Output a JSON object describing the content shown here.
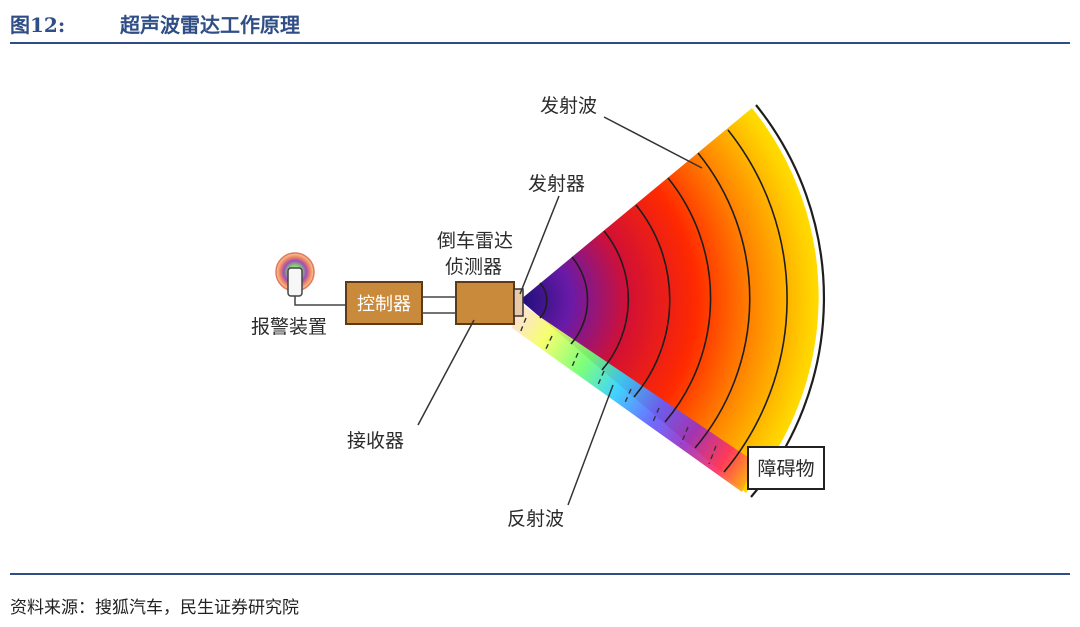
{
  "header": {
    "figure_no": "图12:",
    "title": "超声波雷达工作原理"
  },
  "labels": {
    "alarm": "报警装置",
    "controller": "控制器",
    "detector_line1": "倒车雷达",
    "detector_line2": "侦测器",
    "transmitter": "发射器",
    "emitted_wave": "发射波",
    "receiver": "接收器",
    "reflected_wave": "反射波",
    "obstacle": "障碍物"
  },
  "footer": {
    "source": "资料来源：搜狐汽车，民生证券研究院"
  },
  "colors": {
    "accent": "#2f4e86",
    "box": "#c98a3c",
    "box_border": "#5a3a18"
  }
}
